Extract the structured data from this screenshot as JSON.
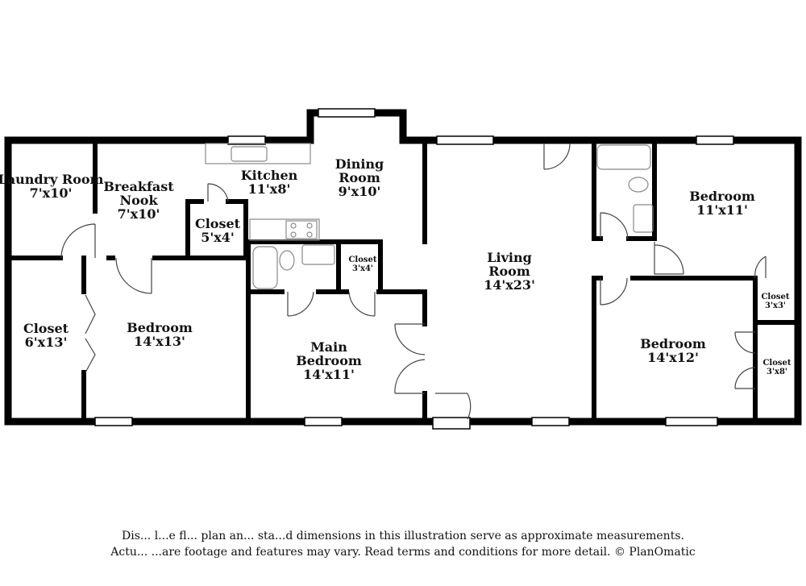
{
  "rooms": {
    "laundry": {
      "name": "Laundry Room",
      "dim": "7'x10'"
    },
    "nook": {
      "name": "Breakfast Nook",
      "dim": "7'x10'"
    },
    "kitchen": {
      "name": "Kitchen",
      "dim": "11'x8'"
    },
    "dining": {
      "name": "Dining Room",
      "dim": "9'x10'"
    },
    "closet_hall": {
      "name": "Closet",
      "dim": "5'x4'"
    },
    "closet_main": {
      "name": "Closet",
      "dim": "3'x4'"
    },
    "living": {
      "name": "Living Room",
      "dim": "14'x23'"
    },
    "bedroom_ne": {
      "name": "Bedroom",
      "dim": "11'x11'"
    },
    "closet_west": {
      "name": "Closet",
      "dim": "6'x13'"
    },
    "bedroom_west": {
      "name": "Bedroom",
      "dim": "14'x13'"
    },
    "main_bedroom": {
      "name": "Main Bedroom",
      "dim": "14'x11'"
    },
    "bedroom_se": {
      "name": "Bedroom",
      "dim": "14'x12'"
    },
    "closet_e1": {
      "name": "Closet",
      "dim": "3'x3'"
    },
    "closet_e2": {
      "name": "Closet",
      "dim": "3'x8'"
    }
  },
  "disclaimer": {
    "line1": "Dis...  l...e fl... plan an... sta...d dimensions in this illustration serve as approximate measurements.",
    "line2": "Actu... ...are footage and features may vary. Read terms and conditions for more detail. © PlanOmatic"
  },
  "colors": {
    "wall": "#000000",
    "fixture": "#888888",
    "background": "#ffffff"
  }
}
